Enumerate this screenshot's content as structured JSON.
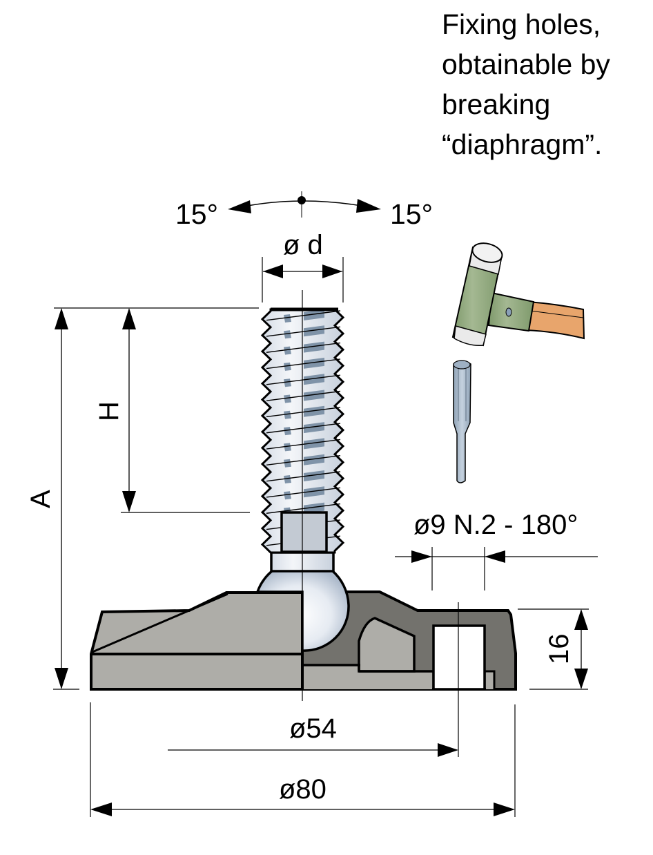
{
  "caption": {
    "lines": [
      "Fixing holes,",
      "obtainable by",
      "breaking",
      "“diaphragm”."
    ]
  },
  "dimensions": {
    "tilt_left": "15°",
    "tilt_right": "15°",
    "thread_diameter": "ø d",
    "overall_height": "A",
    "thread_length": "H",
    "fixing_holes": "ø9 N.2 - 180°",
    "base_height": "16",
    "hole_circle": "ø54",
    "base_diameter": "ø80"
  },
  "colors": {
    "base_light": "#aeada8",
    "base_dark": "#73726d",
    "steel_light": "#eef1f6",
    "steel_shade": "#7f93a8",
    "insert": "#c3cad3",
    "hammer_green": "#8fa67c",
    "hammer_handle": "#e8a56c",
    "hammer_face": "#eaeaea",
    "punch": "#a9b9ca"
  },
  "icons": {
    "hammer": "mallet-icon",
    "punch": "pin-punch-icon"
  }
}
